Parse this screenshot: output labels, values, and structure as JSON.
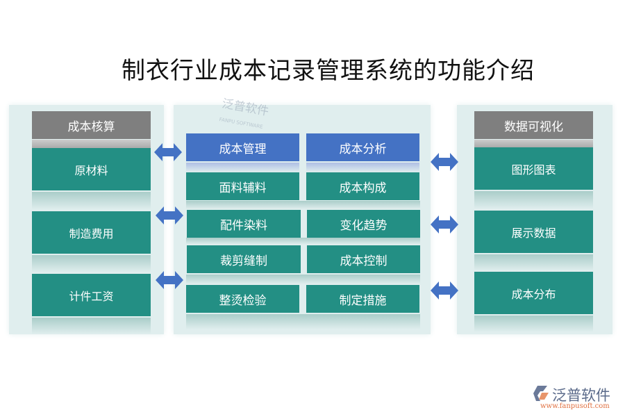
{
  "title": "制衣行业成本记录管理系统的功能介绍",
  "left": {
    "header": "成本核算",
    "items": [
      "原材料",
      "制造费用",
      "计件工资"
    ]
  },
  "middle": {
    "col1": [
      "成本管理",
      "面料辅料",
      "配件染料",
      "裁剪缝制",
      "整烫检验"
    ],
    "col2": [
      "成本分析",
      "成本构成",
      "变化趋势",
      "成本控制",
      "制定措施"
    ]
  },
  "right": {
    "header": "数据可视化",
    "items": [
      "图形图表",
      "展示数据",
      "成本分布"
    ]
  },
  "watermark": {
    "brand": "泛普软件",
    "sub": "FANPU SOFTWARE"
  },
  "logo": {
    "brand": "泛普软件",
    "url": "www.fanpusoft.com"
  },
  "colors": {
    "teal": "#238f84",
    "blue": "#4472c4",
    "gray": "#7f7f7f",
    "arrow": "#4472c4"
  }
}
